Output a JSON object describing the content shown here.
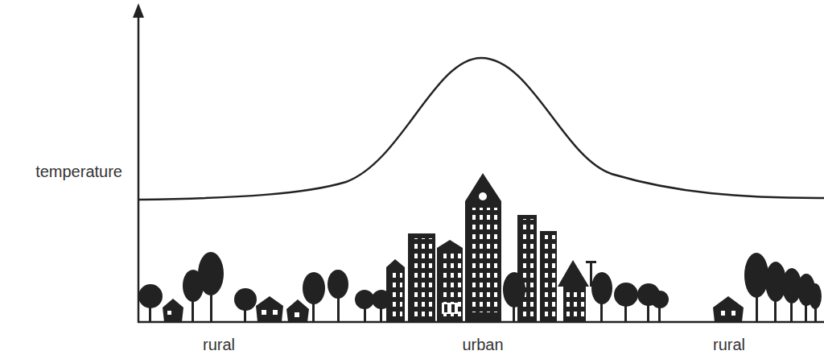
{
  "diagram": {
    "labels": [
      "temperature",
      "rural",
      "urban",
      "rural"
    ]
  }
}
